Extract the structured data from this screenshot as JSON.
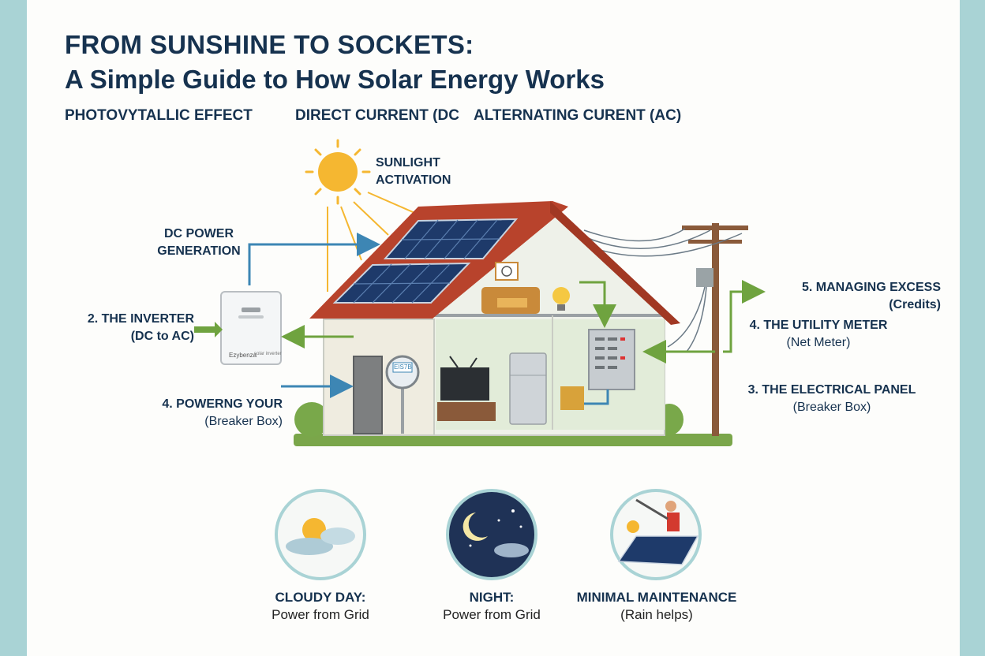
{
  "title": {
    "line1": "FROM SUNSHINE TO SOCKETS:",
    "line2": "A Simple Guide to How Solar Energy Works"
  },
  "subtitles": [
    "PHOTOVYTALLIC EFFECT",
    "DIRECT CURRENT (DC",
    "ALTERNATING CURENT (AC)"
  ],
  "labels": {
    "sunlight": [
      "SUNLIGHT",
      "ACTIVATION"
    ],
    "dc_power": [
      "DC POWER",
      "GENERATION"
    ],
    "inverter": [
      "2. THE INVERTER",
      "(DC to AC)"
    ],
    "powering": [
      "4. POWERNG YOUR",
      "(Breaker Box)"
    ],
    "managing": [
      "5. MANAGING EXCESS",
      "(Credits)"
    ],
    "utility_meter": [
      "4. THE UTILITY METER",
      "(Net Meter)"
    ],
    "electrical_panel": [
      "3. THE ELECTRICAL PANEL",
      "(Breaker Box)"
    ]
  },
  "device_text": {
    "inverter_brand": "Ezybenza",
    "inverter_small": "solar inverter",
    "meter_digits": "EIS7B"
  },
  "scenarios": [
    {
      "title": "CLOUDY DAY:",
      "subtitle": "Power from Grid",
      "icon": "sun-cloud-icon"
    },
    {
      "title": "NIGHT:",
      "subtitle": "Power from Grid",
      "icon": "moon-stars-icon"
    },
    {
      "title": "MINIMAL MAINTENANCE",
      "subtitle": "(Rain helps)",
      "icon": "panel-cleaning-icon"
    }
  ],
  "colors": {
    "navy": "#16324f",
    "arrow_blue": "#3d86b4",
    "arrow_green": "#6fa33f",
    "roof": "#b8432c",
    "sun": "#f5b731",
    "accent_bar": "#a9d3d5"
  }
}
